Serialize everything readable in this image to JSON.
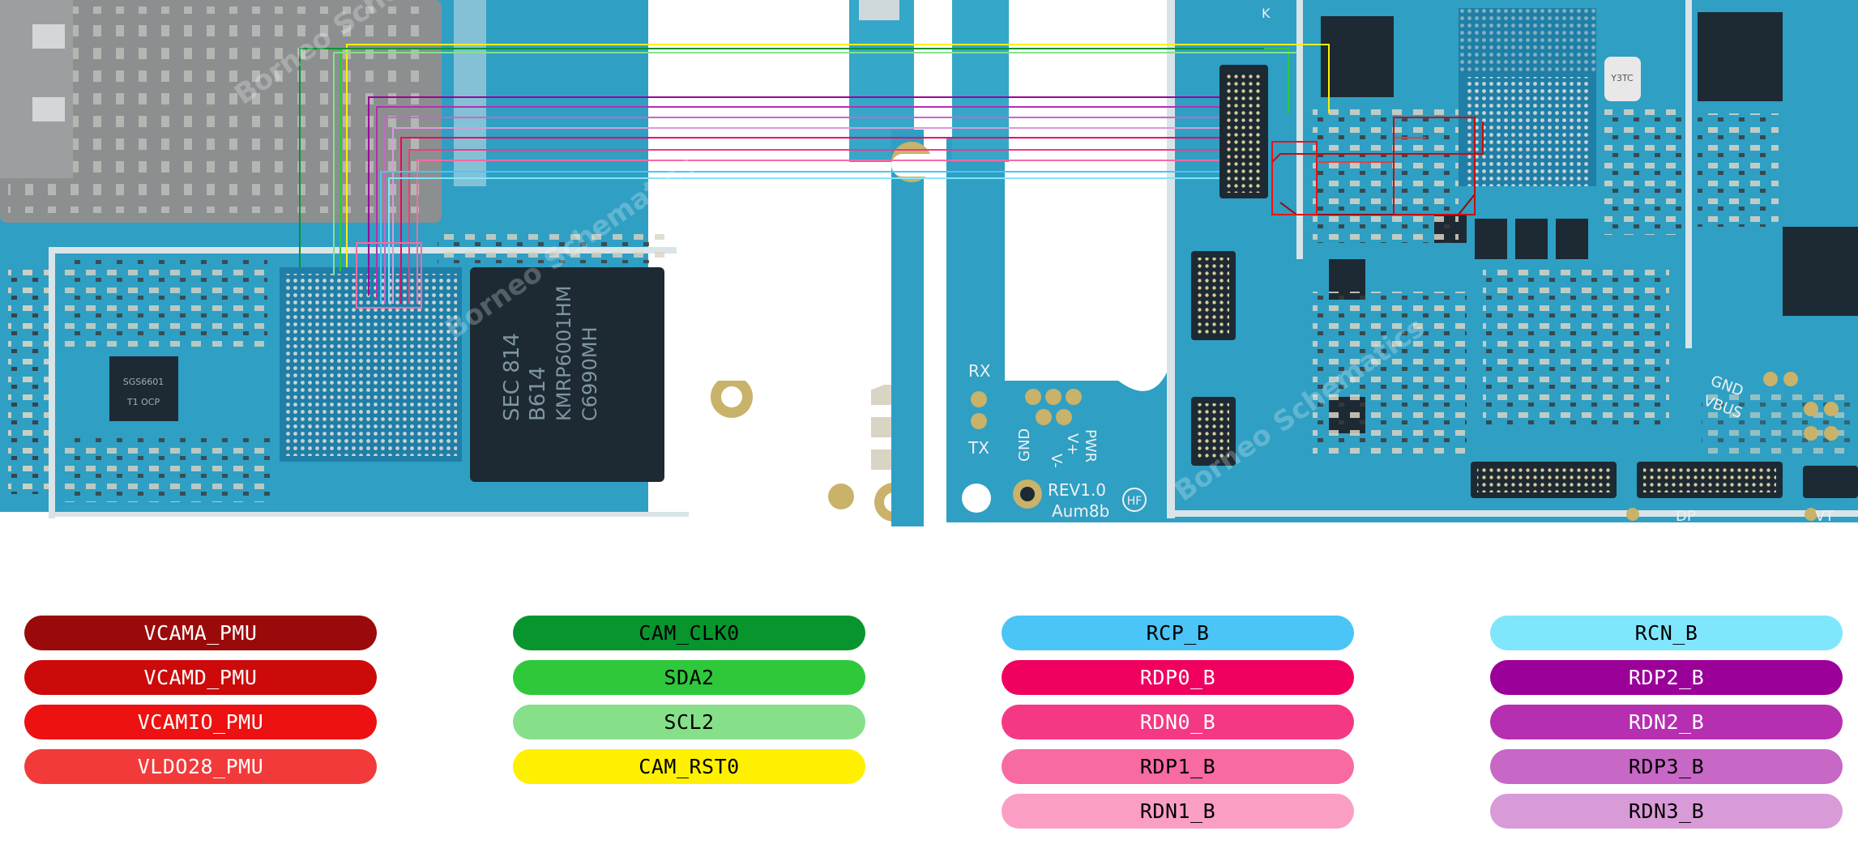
{
  "board": {
    "silkscreen": {
      "rx": "RX",
      "tx": "TX",
      "gnd": "GND",
      "v_minus": "V-",
      "v_plus": "V+",
      "pwr": "PWR",
      "rev": "REV1.0",
      "model": "Aum8b",
      "hf": "HF",
      "gnd_right": "GND",
      "vbus": "VBUS",
      "dp": "DP",
      "vt": "VT",
      "k": "K"
    },
    "chips": {
      "left_pmic": "SGS6601",
      "left_pmic_sub": "T1 OCP",
      "memory_line1": "SEC 814",
      "memory_line2": "B614",
      "memory_line3": "KMRP6001HM",
      "memory_line4": "C6990MH",
      "small_chip": "Y3TC"
    },
    "watermark": "Borneo Schematics",
    "colors": {
      "pcb": "#2f9fc4",
      "pcb_dark": "#1f7fa6",
      "pad": "#c9b26a",
      "chip": "#1d2a33"
    }
  },
  "legend": {
    "columns": [
      {
        "items": [
          {
            "label": "VCAMA_PMU",
            "color": "#9b0a0a",
            "text_color": "#ffffff"
          },
          {
            "label": "VCAMD_PMU",
            "color": "#cc0a0a",
            "text_color": "#ffffff"
          },
          {
            "label": "VCAMIO_PMU",
            "color": "#ee1111",
            "text_color": "#ffffff"
          },
          {
            "label": "VLDO28_PMU",
            "color": "#f23a3a",
            "text_color": "#ffffff"
          }
        ]
      },
      {
        "items": [
          {
            "label": "CAM_CLK0",
            "color": "#08952e",
            "text_color": "#000000"
          },
          {
            "label": "SDA2",
            "color": "#2fc83b",
            "text_color": "#000000"
          },
          {
            "label": "SCL2",
            "color": "#86e08a",
            "text_color": "#000000"
          },
          {
            "label": "CAM_RST0",
            "color": "#fff000",
            "text_color": "#000000"
          }
        ]
      },
      {
        "items": [
          {
            "label": "RCP_B",
            "color": "#4bc4f6",
            "text_color": "#000000"
          },
          {
            "label": "RDP0_B",
            "color": "#f0005f",
            "text_color": "#ffffff"
          },
          {
            "label": "RDN0_B",
            "color": "#f53884",
            "text_color": "#ffffff"
          },
          {
            "label": "RDP1_B",
            "color": "#f76aa2",
            "text_color": "#000000"
          },
          {
            "label": "RDN1_B",
            "color": "#fb9ec4",
            "text_color": "#000000"
          }
        ]
      },
      {
        "items": [
          {
            "label": "RCN_B",
            "color": "#80e6fc",
            "text_color": "#000000"
          },
          {
            "label": "RDP2_B",
            "color": "#9b0099",
            "text_color": "#ffffff"
          },
          {
            "label": "RDN2_B",
            "color": "#b52fb0",
            "text_color": "#ffffff"
          },
          {
            "label": "RDP3_B",
            "color": "#c767c6",
            "text_color": "#000000"
          },
          {
            "label": "RDN3_B",
            "color": "#d99ad8",
            "text_color": "#000000"
          }
        ]
      }
    ]
  }
}
